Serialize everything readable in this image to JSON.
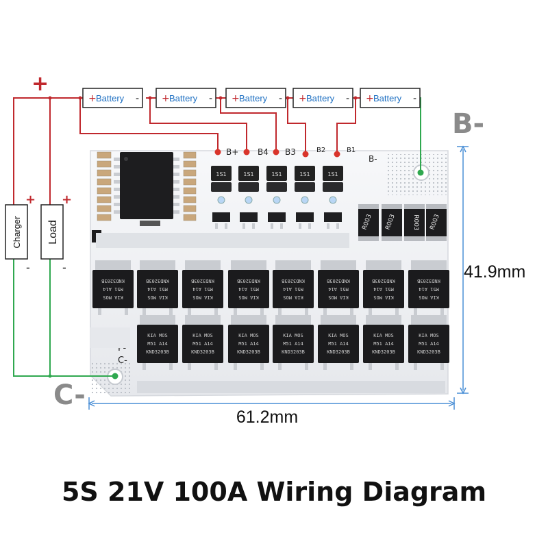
{
  "title": "5S 21V 100A Wiring Diagram",
  "terminals": {
    "positive_symbol": "+",
    "b_minus": "B-",
    "c_minus": "C-"
  },
  "batteries": [
    {
      "plus": "+",
      "label": "Battery",
      "minus": "-"
    },
    {
      "plus": "+",
      "label": "Battery",
      "minus": "-"
    },
    {
      "plus": "+",
      "label": "Battery",
      "minus": "-"
    },
    {
      "plus": "+",
      "label": "Battery",
      "minus": "-"
    },
    {
      "plus": "+",
      "label": "Battery",
      "minus": "-"
    }
  ],
  "devices": {
    "charger": {
      "label": "Charger",
      "plus": "+",
      "minus": "-"
    },
    "load": {
      "label": "Load",
      "plus": "+",
      "minus": "-"
    }
  },
  "board": {
    "pad_labels": [
      "B+",
      "B4",
      "B3",
      "B2",
      "B1",
      "B-"
    ],
    "side_labels": [
      "P-",
      "C-"
    ],
    "sense_resistor_marking": "R003",
    "diode_marking": "1S1",
    "mosfet_lines": [
      "KIA",
      "MOS",
      "M51",
      "A14",
      "KND3203B"
    ]
  },
  "dimensions": {
    "width": "61.2mm",
    "height": "41.9mm"
  },
  "colors": {
    "wire_red": "#c0282d",
    "wire_green": "#2fa84f",
    "board": "#f3f4f6",
    "dimension": "#4a8fd6"
  }
}
